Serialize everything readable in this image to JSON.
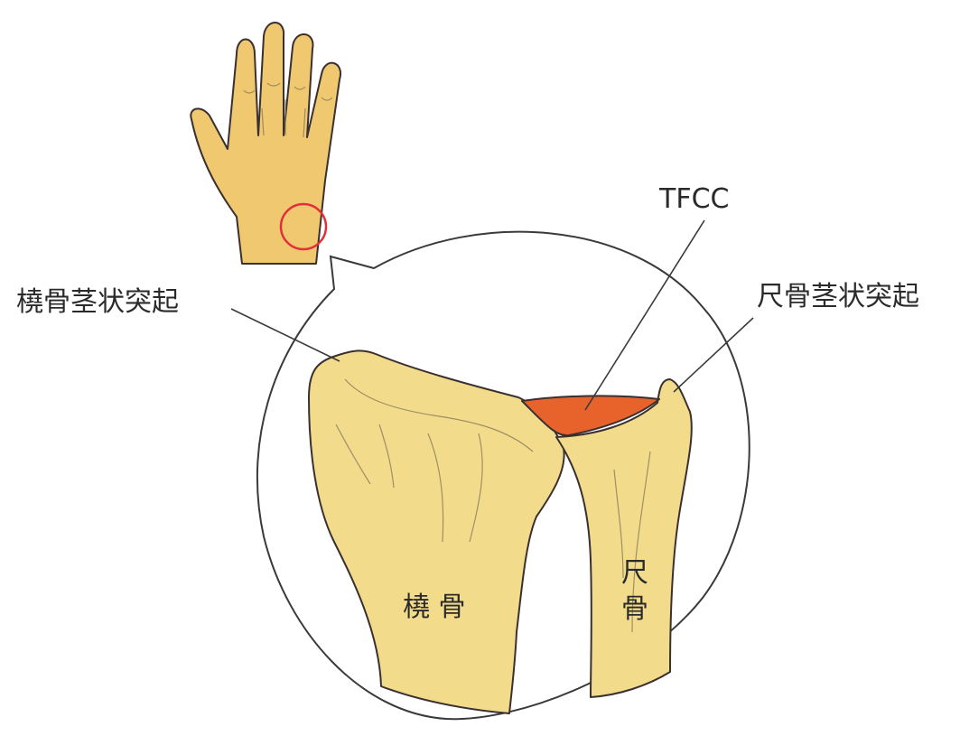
{
  "labels": {
    "tfcc": "TFCC",
    "radial_styloid": "橈骨茎状突起",
    "ulnar_styloid": "尺骨茎状突起",
    "radius": "橈 骨",
    "ulna_line1": "尺",
    "ulna_line2": "骨"
  },
  "colors": {
    "bone": "#f2dc8c",
    "skin": "#f0c870",
    "tfcc": "#e8622c",
    "marker": "#e0303a",
    "outline": "#3a3030"
  },
  "icons": {
    "hand": "hand-icon",
    "highlight": "circle-marker-icon"
  }
}
